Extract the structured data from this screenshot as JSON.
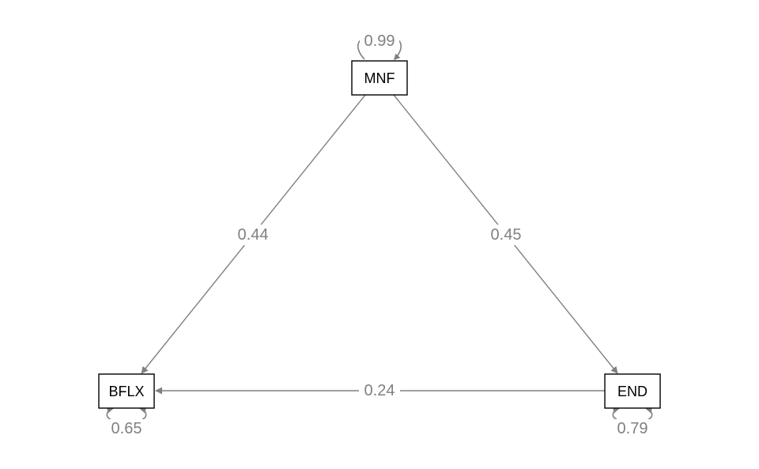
{
  "colors": {
    "edge": "#808080",
    "node_border": "#000000",
    "node_text": "#000000",
    "background": "#ffffff"
  },
  "nodes": [
    {
      "id": "MNF",
      "label": "MNF",
      "variance": "0.99"
    },
    {
      "id": "BFLX",
      "label": "BFLX",
      "variance": "0.65"
    },
    {
      "id": "END",
      "label": "END",
      "variance": "0.79"
    }
  ],
  "edges": [
    {
      "from": "MNF",
      "to": "BFLX",
      "label": "0.44"
    },
    {
      "from": "MNF",
      "to": "END",
      "label": "0.45"
    },
    {
      "from": "END",
      "to": "BFLX",
      "label": "0.24"
    }
  ]
}
